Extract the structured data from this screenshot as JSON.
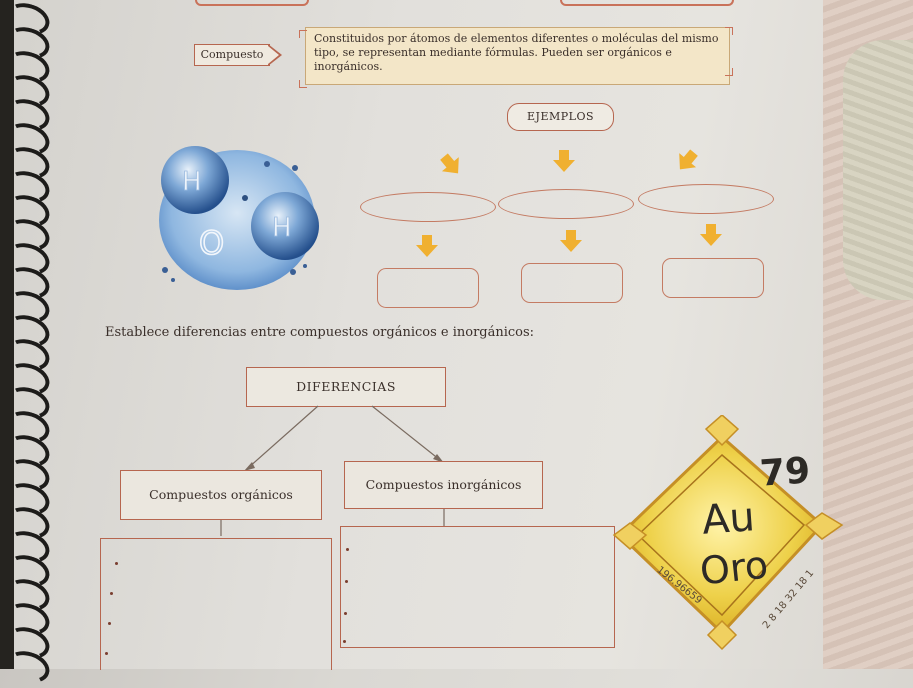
{
  "definition": {
    "label": "Compuesto",
    "text": "Constituidos por átomos de elementos diferentes o moléculas del mismo tipo, se representan mediante fórmulas. Pueden ser orgánicos e inorgánicos."
  },
  "ejemplos": {
    "label": "EJEMPLOS"
  },
  "molecule": {
    "atom_h1": "H",
    "atom_h2": "H",
    "atom_o": "O"
  },
  "question": "Establece diferencias entre compuestos orgánicos e inorgánicos:",
  "diferencias": {
    "title": "DIFERENCIAS",
    "organicos": "Compuestos orgánicos",
    "inorganicos": "Compuestos inorgánicos"
  },
  "element": {
    "atomic_number": "79",
    "symbol": "Au",
    "name": "Oro",
    "mass": "196.96659",
    "configuration": "2 8 18 32 18 1"
  },
  "colors": {
    "accent": "#b6664f",
    "def_bg": "#f3e6c8",
    "arrow": "#f0b030",
    "gold": "#e8c22a"
  }
}
